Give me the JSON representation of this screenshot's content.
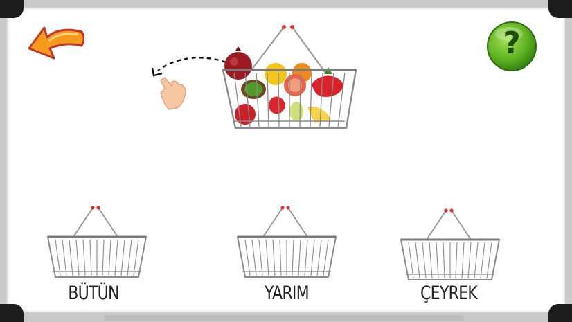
{
  "navigation": {
    "back_icon": "orange-back-arrow-icon",
    "help_icon": "green-question-mark-icon",
    "help_glyph": "?"
  },
  "hint": {
    "icon": "swipe-hand-icon"
  },
  "source_basket": {
    "icon": "fruit-basket-icon"
  },
  "targets": [
    {
      "label": "BÜTÜN"
    },
    {
      "label": "YARIM"
    },
    {
      "label": "ÇEYREK"
    }
  ],
  "colors": {
    "back_arrow": "#f59a1c",
    "help_button": "#5fb421",
    "frame": "#c9c9c9",
    "basket_wire": "#8a8a8a"
  }
}
